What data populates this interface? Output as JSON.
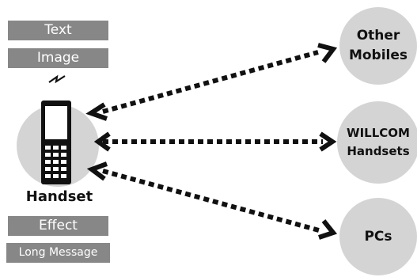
{
  "source_tags": [
    "Text",
    "Image"
  ],
  "handset_label": "Handset",
  "extra_tags": [
    "Effect",
    "Long Message"
  ],
  "targets": [
    {
      "label": "Other\nMobiles"
    },
    {
      "label": "WILLCOM\nHandsets"
    },
    {
      "label": "PCs"
    }
  ],
  "icons": [
    "mobile-phone-icon",
    "signal-icon",
    "double-arrow-icon"
  ],
  "colors": {
    "tag_bg": "#878787",
    "circle": "#d4d4d4",
    "line": "#111111"
  }
}
